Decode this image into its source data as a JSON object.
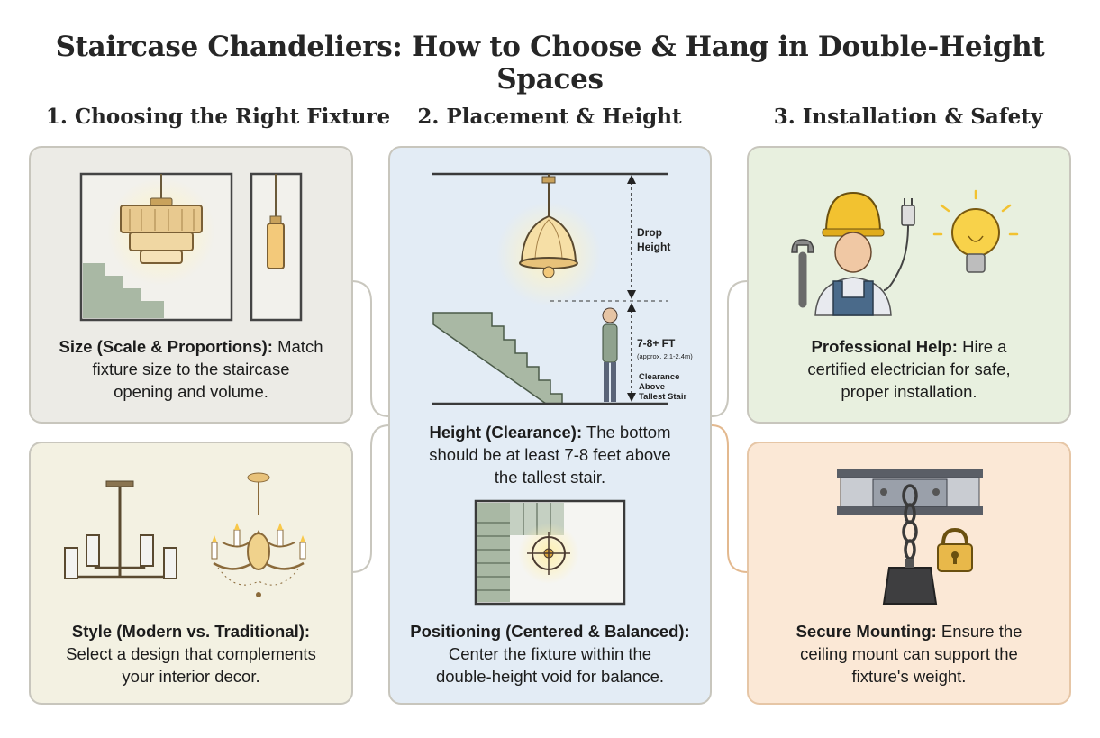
{
  "title": "Staircase Chandeliers: How to Choose & Hang in Double-Height Spaces",
  "columns": [
    {
      "heading": "1. Choosing the Right Fixture"
    },
    {
      "heading": "2. Placement & Height"
    },
    {
      "heading": "3. Installation & Safety"
    }
  ],
  "panels": {
    "size": {
      "title": "Size (Scale & Proportions):",
      "line1": " Match",
      "line2": "fixture size to the staircase",
      "line3": "opening and volume."
    },
    "style": {
      "title": "Style (Modern vs. Traditional):",
      "line1": "Select a design that complements",
      "line2": "your interior decor."
    },
    "height": {
      "title": "Height (Clearance):",
      "line1": " The bottom",
      "line2": "should be at least 7-8 feet above",
      "line3": "the tallest stair."
    },
    "positioning": {
      "title": "Positioning (Centered & Balanced):",
      "line1": "Center the fixture within the",
      "line2": "double-height void for balance."
    },
    "professional": {
      "title": "Professional Help:",
      "line1": " Hire a",
      "line2": "certified electrician for safe,",
      "line3": "proper installation."
    },
    "mounting": {
      "title": "Secure Mounting:",
      "line1": " Ensure the",
      "line2": "ceiling mount can support the",
      "line3": "fixture's weight."
    }
  },
  "diagram_labels": {
    "drop_1": "Drop",
    "drop_2": "Height",
    "clearance_ft": "7-8+ FT",
    "clearance_m": "(approx. 2.1-2.4m)",
    "clear_1": "Clearance",
    "clear_2": "Above",
    "clear_3": "Tallest Stair"
  },
  "colors": {
    "panel_gray": "#ecebe6",
    "panel_cream": "#f3f1e2",
    "panel_blue": "#e3ecf5",
    "panel_green": "#e8f0df",
    "panel_orange": "#fbe8d6",
    "stair_green": "#a9b8a4",
    "glow": "#fde9a8"
  }
}
